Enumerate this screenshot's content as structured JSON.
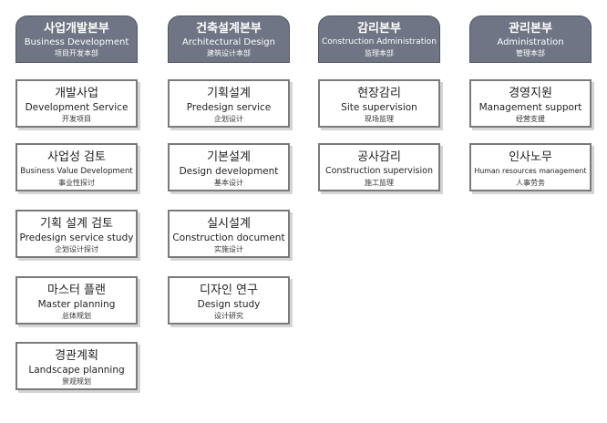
{
  "columns": [
    {
      "header": {
        "ko": "사업개발본부",
        "en": "Business Development",
        "zh": "项目开发本部"
      },
      "items": [
        {
          "ko": "개발사업",
          "en": "Development Service",
          "zh": "开发项目"
        },
        {
          "ko": "사업성 검토",
          "en": "Business Value Development",
          "zh": "事业性探讨"
        },
        {
          "ko": "기획 설계 검토",
          "en": "Predesign service study",
          "zh": "企划设计探讨"
        },
        {
          "ko": "마스터 플랜",
          "en": "Master planning",
          "zh": "总体规划"
        },
        {
          "ko": "경관계획",
          "en": "Landscape planning",
          "zh": "景观规划"
        }
      ]
    },
    {
      "header": {
        "ko": "건축설계본부",
        "en": "Architectural Design",
        "zh": "建筑设计本部"
      },
      "items": [
        {
          "ko": "기획설계",
          "en": "Predesign service",
          "zh": "企划设计"
        },
        {
          "ko": "기본설계",
          "en": "Design development",
          "zh": "基本设计"
        },
        {
          "ko": "실시설계",
          "en": "Construction document",
          "zh": "实施设计"
        },
        {
          "ko": "디자인 연구",
          "en": "Design study",
          "zh": "设计研究"
        }
      ]
    },
    {
      "header": {
        "ko": "감리본부",
        "en": "Construction Administration",
        "zh": "监理本部"
      },
      "items": [
        {
          "ko": "현장감리",
          "en": "Site supervision",
          "zh": "现场监理"
        },
        {
          "ko": "공사감리",
          "en": "Construction supervision",
          "zh": "施工监理"
        }
      ]
    },
    {
      "header": {
        "ko": "관리본부",
        "en": "Administration",
        "zh": "管理本部"
      },
      "items": [
        {
          "ko": "경영지원",
          "en": "Management support",
          "zh": "经营支援"
        },
        {
          "ko": "인사노무",
          "en": "Human resources management",
          "zh": "人事劳务"
        }
      ]
    }
  ],
  "colors": {
    "header_bg": "#6f7584",
    "box_border": "#7a7a7a",
    "text": "#222222"
  }
}
